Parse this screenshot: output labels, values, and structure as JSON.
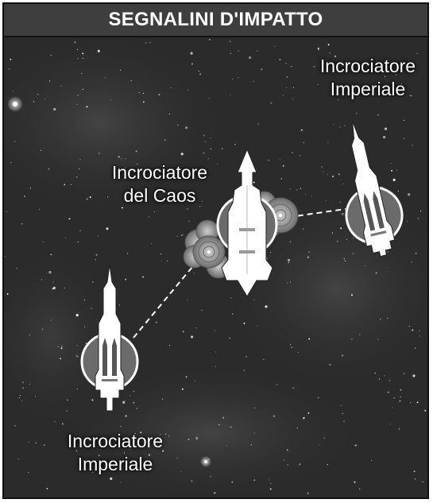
{
  "diagram": {
    "title": "SEGNALINI D'IMPATTO",
    "ships": [
      {
        "id": "chaos-cruiser",
        "line1": "Incrociatore",
        "line2": "del Caos"
      },
      {
        "id": "imperial-cruiser-right",
        "line1": "Incrociatore",
        "line2": "Imperiale"
      },
      {
        "id": "imperial-cruiser-left",
        "line1": "Incrociatore",
        "line2": "Imperiale"
      }
    ],
    "colors": {
      "background": "#2a2a2a",
      "title_bar": "#3e3e3e",
      "ship": "#ffffff",
      "shield_base": "#6b6b6b",
      "blast_marker": "#8a8a8a"
    }
  }
}
